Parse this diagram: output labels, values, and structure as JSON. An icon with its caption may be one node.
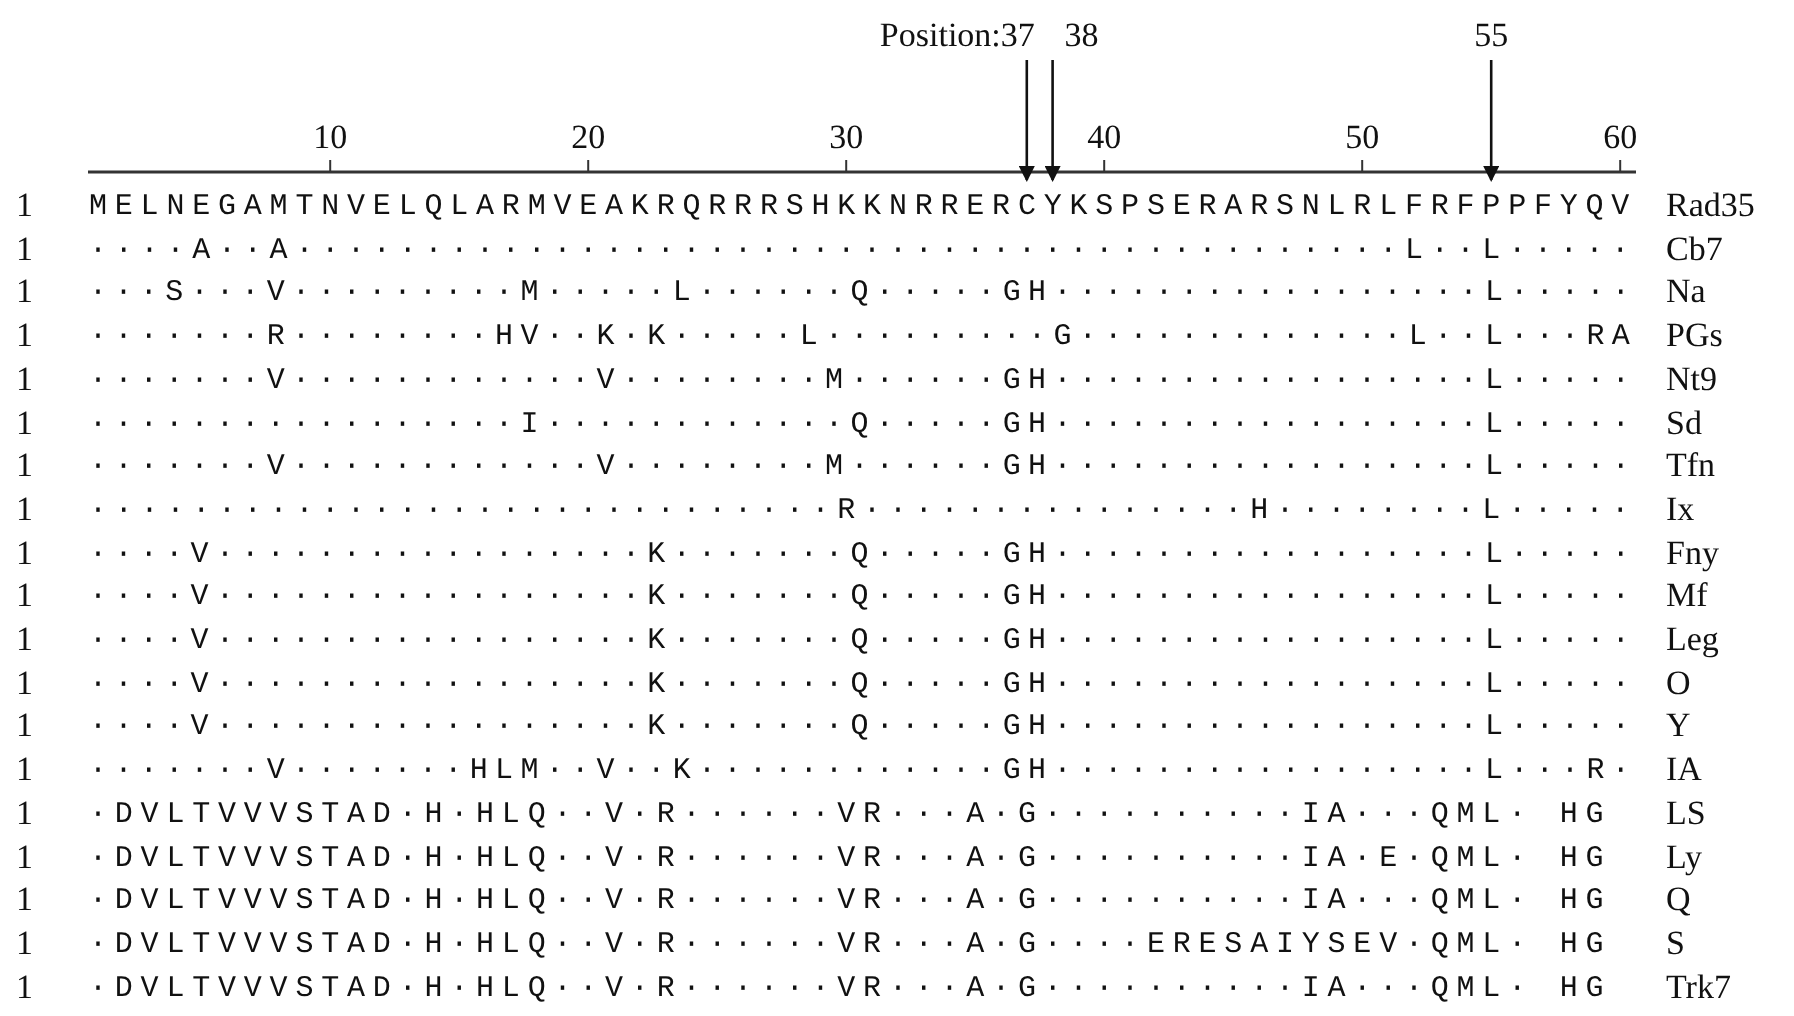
{
  "diagram": {
    "labels": [
      "Position:37",
      "38",
      "55",
      "10",
      "20",
      "30",
      "40",
      "50",
      "60",
      "1",
      "MELNEGAMTNVELQLARMVEAKRQRRRSHKKNRRERCYKSPSERARSNLRLFRFPPFYQV",
      "Rad35",
      "1",
      "····A··A···········································L··L·····",
      "Cb7",
      "1",
      "···S···V·········M·····L······Q·····GH·················L·····",
      "Na",
      "1",
      "·······R········HV··K·K·····L·········G·············L··L···RA",
      "PGs",
      "1",
      "·······V············V········M······GH·················L·····",
      "Nt9",
      "1",
      "·················I············Q·····GH·················L·····",
      "Sd",
      "1",
      "·······V············V········M······GH·················L·····",
      "Tfn",
      "1",
      "·····························R···············H········L·····",
      "Ix",
      "1",
      "····V·················K·······Q·····GH·················L·····",
      "Fny",
      "1",
      "····V·················K·······Q·····GH·················L·····",
      "Mf",
      "1",
      "····V·················K·······Q·····GH·················L·····",
      "Leg",
      "1",
      "····V·················K·······Q·····GH·················L·····",
      "O",
      "1",
      "····V·················K·······Q·····GH·················L·····",
      "Y",
      "1",
      "·······V·······HLM··V··K············GH·················L···R·",
      "IA",
      "1",
      "·DVLTVVVSTAD·H·HLQ··V·R······VR···A·G··········IA···QML· HG ",
      "LS",
      "1",
      "·DVLTVVVSTAD·H·HLQ··V·R······VR···A·G··········IA·E·QML· HG ",
      "Ly",
      "1",
      "·DVLTVVVSTAD·H·HLQ··V·R······VR···A·G··········IA···QML· HG ",
      "Q",
      "1",
      "·DVLTVVVSTAD·H·HLQ··V·R······VR···A·G····ERESAIYSEV·QML· HG ",
      "S",
      "1",
      "·DVLTVVVSTAD·H·HLQ··V·R······VR···A·G··········IA···QML· HG ",
      "Trk7"
    ]
  }
}
